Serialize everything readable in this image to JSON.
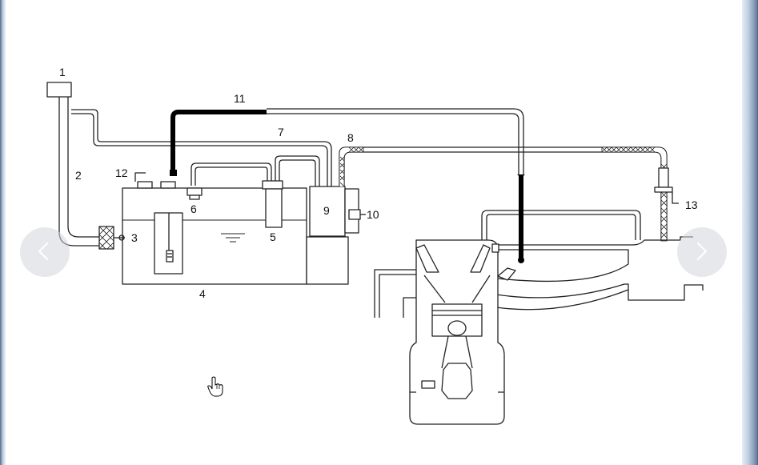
{
  "diagram": {
    "labels": {
      "l1": "1",
      "l2": "2",
      "l3": "3",
      "l4": "4",
      "l5": "5",
      "l6": "6",
      "l7": "7",
      "l8": "8",
      "l9": "9",
      "l10": "10",
      "l11": "11",
      "l12": "12",
      "l13": "13"
    }
  },
  "navigation": {
    "prev_icon": "chevron-left-icon",
    "next_icon": "chevron-right-icon"
  },
  "cursor_icon": "hand-pointer-icon"
}
